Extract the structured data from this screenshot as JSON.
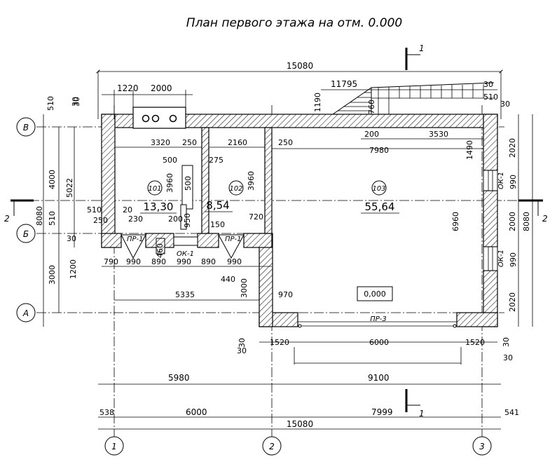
{
  "title": "План первого этажа на отм. 0.000",
  "section_marks": {
    "top": "1",
    "bottom": "1",
    "left": "2",
    "right": "2"
  },
  "axes": {
    "columns": [
      "1",
      "2",
      "3"
    ],
    "rows": [
      "В",
      "Б",
      "А"
    ]
  },
  "rooms": [
    {
      "number": "101",
      "area": "13,30"
    },
    {
      "number": "102",
      "area": "8,54"
    },
    {
      "number": "103",
      "area": "55,64"
    }
  ],
  "level_mark": "0,000",
  "labels": {
    "pr1_a": "ПР-1",
    "pr1_b": "ПР-1",
    "ok1_bottom": "ОК-1",
    "ok1_right_top": "ОК-1",
    "ok1_right_bottom": "ОК-1",
    "pr3": "ПР-3"
  },
  "dimensions": {
    "overall_top": "15080",
    "overall_bottom": "15080",
    "top_1220": "1220",
    "top_2000": "2000",
    "top_11795": "11795",
    "top_1190": "1190",
    "top_30": "30",
    "top_30b": "30",
    "top_510": "510",
    "stair_760": "760",
    "d200": "200",
    "d3530": "3530",
    "d7980": "7980",
    "d1490": "1490",
    "d3320": "3320",
    "d250a": "250",
    "d2160": "2160",
    "d250b": "250",
    "d500a": "500",
    "d275": "275",
    "d3960a": "3960",
    "d500b": "500",
    "d3960b": "3960",
    "d510a": "510",
    "d20": "20",
    "d250c": "250",
    "d230": "230",
    "d200b": "200",
    "d950": "950",
    "d720": "720",
    "d150": "150",
    "d460": "460",
    "d30a": "30",
    "d1200": "1200",
    "row_790": "790",
    "row_990a": "990",
    "row_890a": "890",
    "row_990b": "990",
    "row_890b": "890",
    "row_990c": "990",
    "d440": "440",
    "d5335": "5335",
    "d3000v": "3000",
    "d970": "970",
    "d6960": "6960",
    "left_510": "510",
    "left_30": "30",
    "left_4000": "4000",
    "left_5022": "5022",
    "left_8080": "8080",
    "left_510b": "510",
    "left_3000": "3000",
    "right_2020a": "2020",
    "right_990a": "990",
    "right_2000": "2000",
    "right_8080": "8080",
    "right_990b": "990",
    "right_2020b": "2020",
    "right_30": "30",
    "right_30b": "30",
    "bot_30a": "30",
    "bot_30b": "30",
    "bot_1520a": "1520",
    "bot_6000": "6000",
    "bot_1520b": "1520",
    "bot_5980": "5980",
    "bot_9100": "9100",
    "bot_538": "538",
    "bot_6000b": "6000",
    "bot_7999": "7999",
    "bot_541": "541"
  }
}
